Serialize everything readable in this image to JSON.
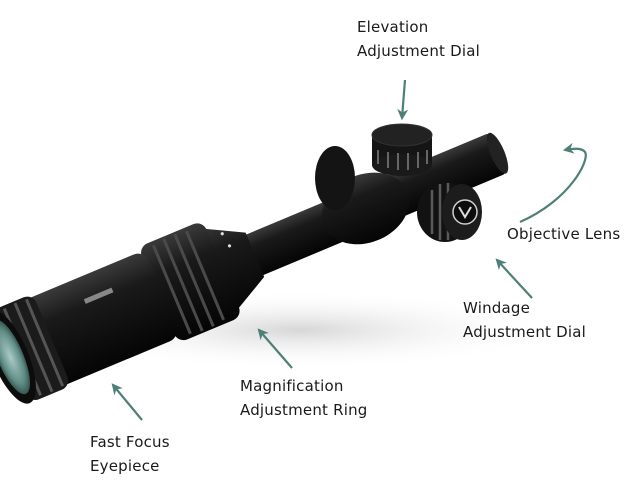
{
  "labels": {
    "elevation": {
      "line1": "Elevation",
      "line2": "Adjustment Dial"
    },
    "objective": {
      "line1": "Objective Lens"
    },
    "windage": {
      "line1": "Windage",
      "line2": "Adjustment Dial"
    },
    "magnification": {
      "line1": "Magnification",
      "line2": "Adjustment Ring"
    },
    "eyepiece": {
      "line1": "Fast Focus",
      "line2": "Eyepiece"
    }
  },
  "colors": {
    "arrow": "#4e7f78",
    "scope": "#111111",
    "lens": "#5f8c86"
  }
}
